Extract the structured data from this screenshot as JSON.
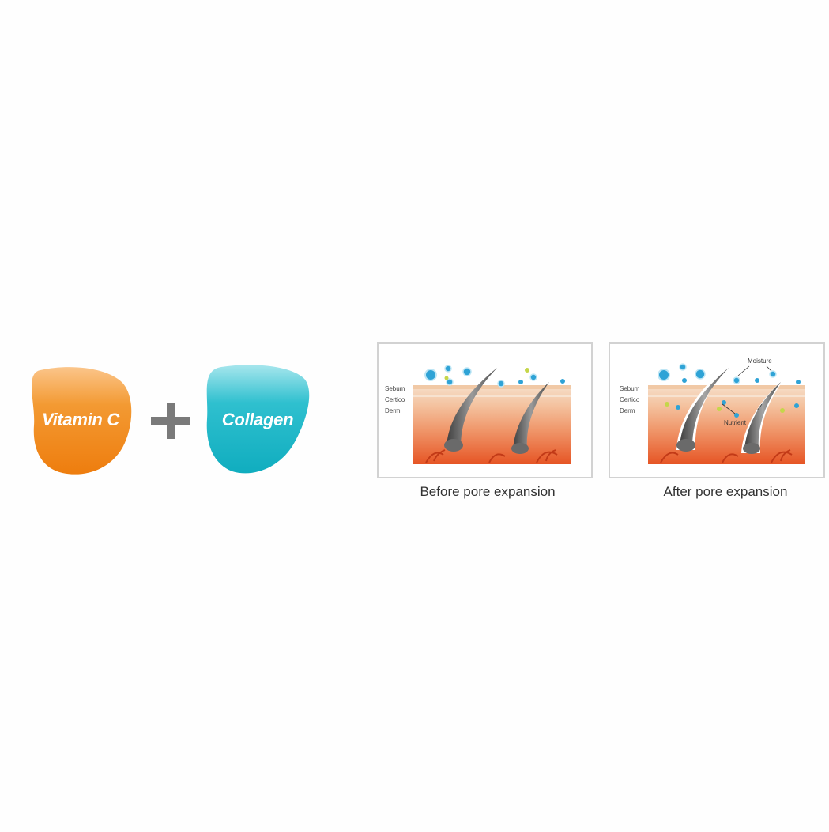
{
  "ingredients": {
    "first": {
      "label": "Vitamin C",
      "color": "#f08a1a"
    },
    "operator": "plus",
    "second": {
      "label": "Collagen",
      "color": "#15b3c4"
    }
  },
  "diagrams": {
    "layer_labels": [
      "Sebum",
      "Certico",
      "Derm"
    ],
    "before": {
      "caption": "Before pore expansion"
    },
    "after": {
      "caption": "After pore expansion",
      "callouts": {
        "moisture": "Moisture",
        "nutrient": "Nutrient"
      }
    }
  },
  "colors": {
    "skin_top": "#f3d7bf",
    "skin_mid": "#f1a27a",
    "skin_deep": "#e8552a",
    "hair": "#5a5a5a",
    "moisture_bubble": "#2fa3d6",
    "nutrient_bubble": "#c5d64a"
  }
}
